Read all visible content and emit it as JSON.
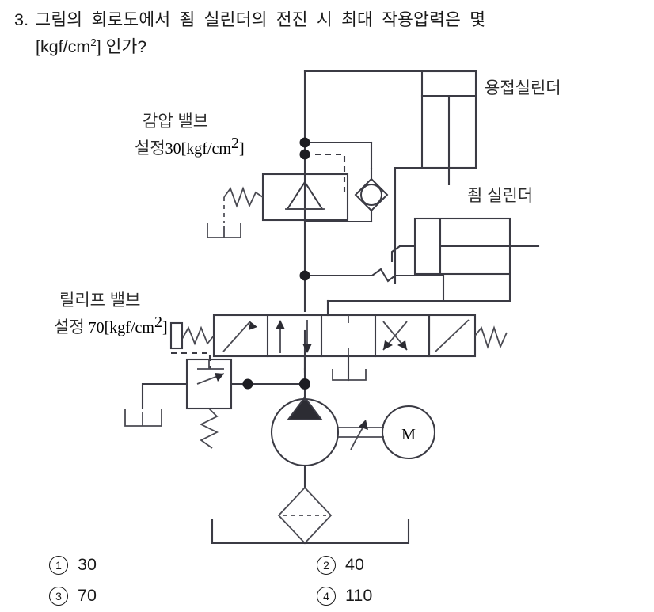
{
  "question": {
    "number": "3.",
    "line1": "그림의 회로도에서 죔 실린더의 전진 시 최대 작용압력은 몇",
    "line2_prefix": "[kgf/cm",
    "line2_sup": "2",
    "line2_suffix": "] 인가?"
  },
  "diagram": {
    "labels": {
      "reducing_valve_name": "감압 밸브",
      "reducing_valve_setting_prefix": "설정",
      "reducing_valve_setting_value": "30",
      "reducing_valve_setting_unit_open": "[kgf/cm",
      "reducing_valve_setting_unit_sup": "2",
      "reducing_valve_setting_unit_close": "]",
      "relief_valve_name": "릴리프 밸브",
      "relief_valve_setting_prefix": "설정",
      "relief_valve_setting_value": "70",
      "relief_valve_setting_unit_open": "[kgf/cm",
      "relief_valve_setting_unit_sup": "2",
      "relief_valve_setting_unit_close": "]",
      "welding_cylinder": "용접실린더",
      "clamp_cylinder": "죔 실린더",
      "motor": "M"
    },
    "components": [
      "pressure-reducing-valve",
      "check-valve",
      "relief-valve",
      "directional-control-valve",
      "hydraulic-pump",
      "electric-motor",
      "filter",
      "reservoir",
      "welding-cylinder",
      "clamp-cylinder"
    ],
    "colors": {
      "line": "#3b3b44",
      "text": "#2b2b2b",
      "junction": "#1d1d22"
    }
  },
  "options": [
    {
      "mark": "1",
      "label": "30"
    },
    {
      "mark": "2",
      "label": "40"
    },
    {
      "mark": "3",
      "label": "70"
    },
    {
      "mark": "4",
      "label": "110"
    }
  ]
}
